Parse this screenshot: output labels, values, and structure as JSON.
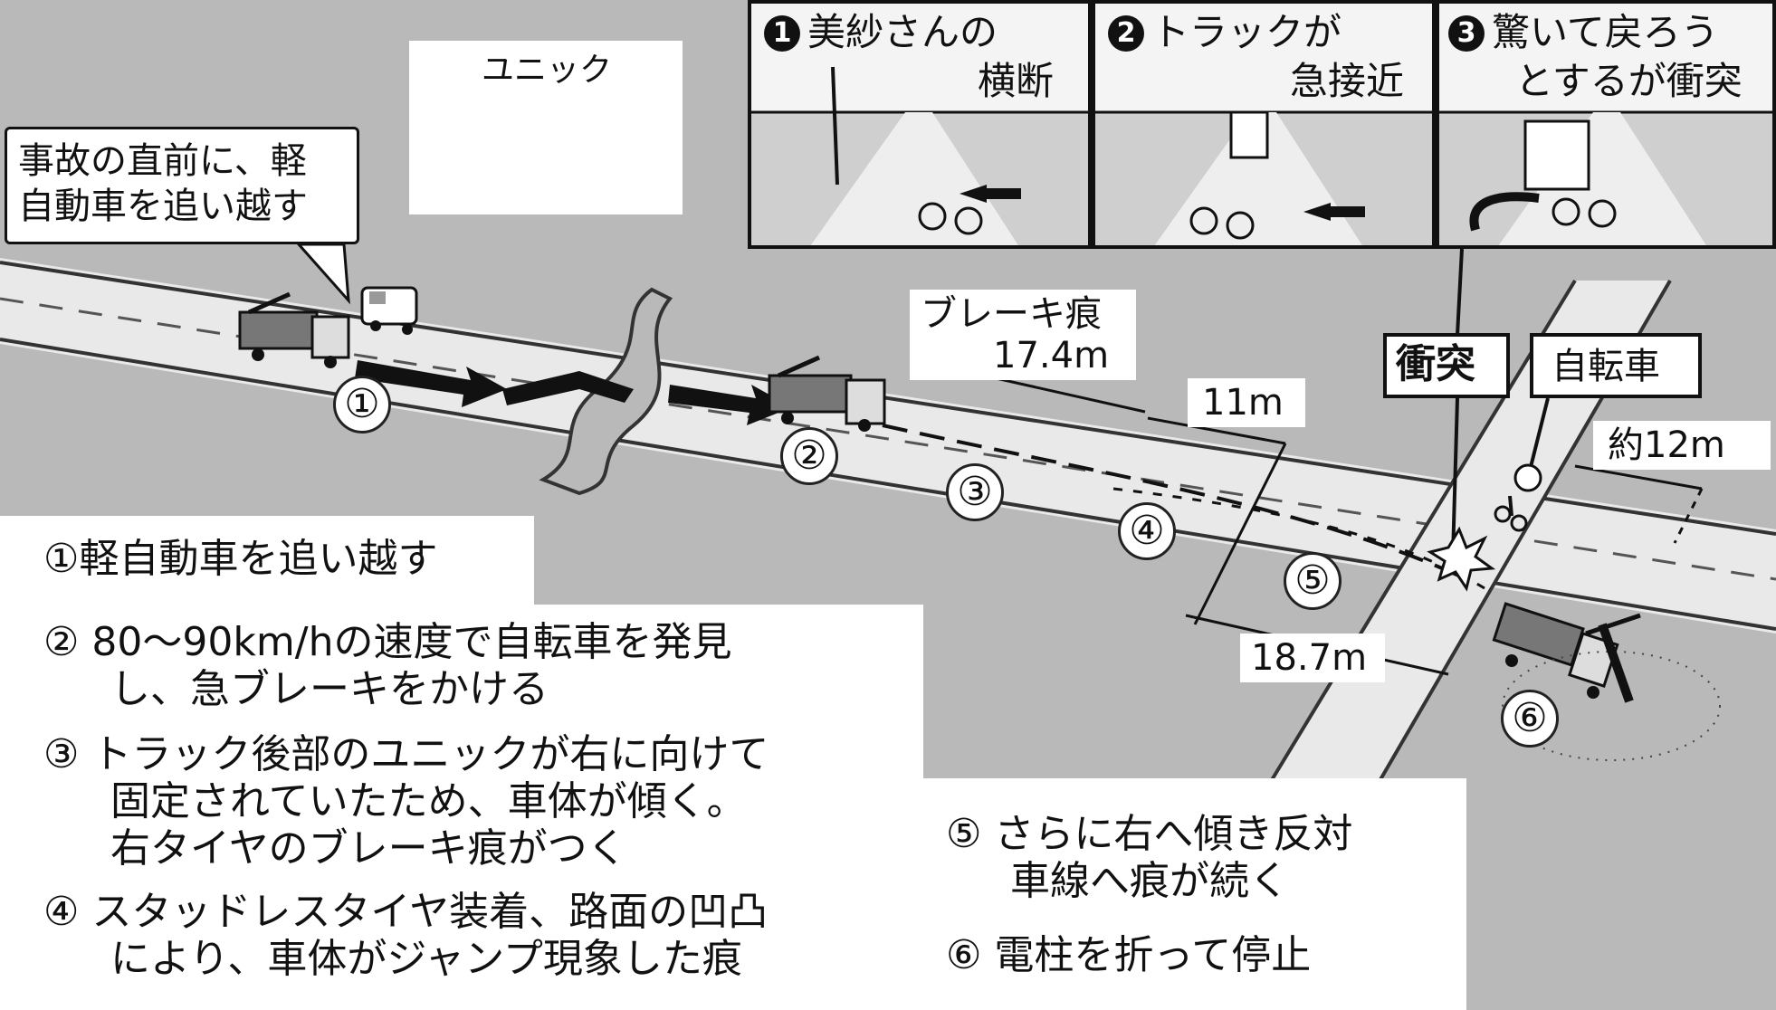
{
  "panels": [
    {
      "num": "1",
      "line1": "美紗さんの",
      "line2": "横断"
    },
    {
      "num": "2",
      "line1": "トラックが",
      "line2": "急接近"
    },
    {
      "num": "3",
      "line1": "驚いて戻ろう",
      "line2": "とするが衝突"
    }
  ],
  "unic_label": "ユニック",
  "callout": {
    "line1": "事故の直前に、軽",
    "line2": "自動車を追い越す"
  },
  "skid": {
    "label": "ブレーキ痕",
    "value": "17.4m"
  },
  "dist_11": "11m",
  "dist_18": "18.7m",
  "dist_12": "約12m",
  "collision_label": "衝突",
  "bicycle_label": "自転車",
  "markers": [
    "①",
    "②",
    "③",
    "④",
    "⑤",
    "⑥"
  ],
  "legend": {
    "l1": "①軽自動車を追い越す",
    "l2a": "② 80〜90km/hの速度で自転車を発見",
    "l2b": "し、急ブレーキをかける",
    "l3a": "③ トラック後部のユニックが右に向けて",
    "l3b": "固定されていたため、車体が傾く。",
    "l3c": "右タイヤのブレーキ痕がつく",
    "l4a": "④ スタッドレスタイヤ装着、路面の凹凸",
    "l4b": "により、車体がジャンプ現象した痕",
    "l5a": "⑤ さらに右へ傾き反対",
    "l5b": "車線へ痕が続く",
    "l6": "⑥ 電柱を折って停止"
  }
}
